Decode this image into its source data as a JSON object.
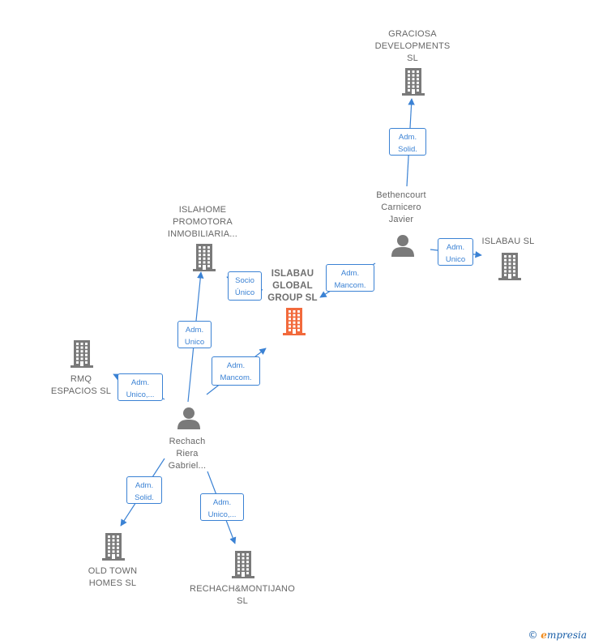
{
  "colors": {
    "building": "#7a7a7a",
    "central_building": "#f26a3c",
    "person": "#7a7a7a",
    "edge": "#3b82d4"
  },
  "nodes": {
    "graciosa": {
      "label": "GRACIOSA\nDEVELOPMENTS\nSL",
      "type": "company"
    },
    "bethencourt": {
      "label": "Bethencourt\nCarnicero\nJavier",
      "type": "person"
    },
    "islabau_sl": {
      "label": "ISLABAU  SL",
      "type": "company"
    },
    "islahome": {
      "label": "ISLAHOME\nPROMOTORA\nINMOBILIARIA...",
      "type": "company"
    },
    "islabau_global": {
      "label": "ISLABAU\nGLOBAL\nGROUP  SL",
      "type": "company-central"
    },
    "rmq": {
      "label": "RMQ\nESPACIOS  SL",
      "type": "company"
    },
    "rechach": {
      "label": "Rechach\nRiera\nGabriel...",
      "type": "person"
    },
    "old_town": {
      "label": "OLD TOWN\nHOMES  SL",
      "type": "company"
    },
    "rechach_montijano": {
      "label": "RECHACH&MONTIJANO\nSL",
      "type": "company"
    }
  },
  "edges": [
    {
      "from": "bethencourt",
      "to": "graciosa",
      "label": "Adm.\nSolid."
    },
    {
      "from": "bethencourt",
      "to": "islabau_sl",
      "label": "Adm.\nUnico"
    },
    {
      "from": "bethencourt",
      "to": "islabau_global",
      "label": "Adm.\nMancom."
    },
    {
      "from": "islahome",
      "to": "islabau_global",
      "label": "Socio\nÚnico"
    },
    {
      "from": "rechach",
      "to": "islahome",
      "label": "Adm.\nUnico"
    },
    {
      "from": "rechach",
      "to": "islabau_global",
      "label": "Adm.\nMancom."
    },
    {
      "from": "rechach",
      "to": "rmq",
      "label": "Adm.\nUnico,..."
    },
    {
      "from": "rechach",
      "to": "old_town",
      "label": "Adm.\nSolid."
    },
    {
      "from": "rechach",
      "to": "rechach_montijano",
      "label": "Adm.\nUnico,..."
    }
  ],
  "brand": {
    "copyright": "©",
    "initial": "e",
    "name": "mpresia"
  }
}
